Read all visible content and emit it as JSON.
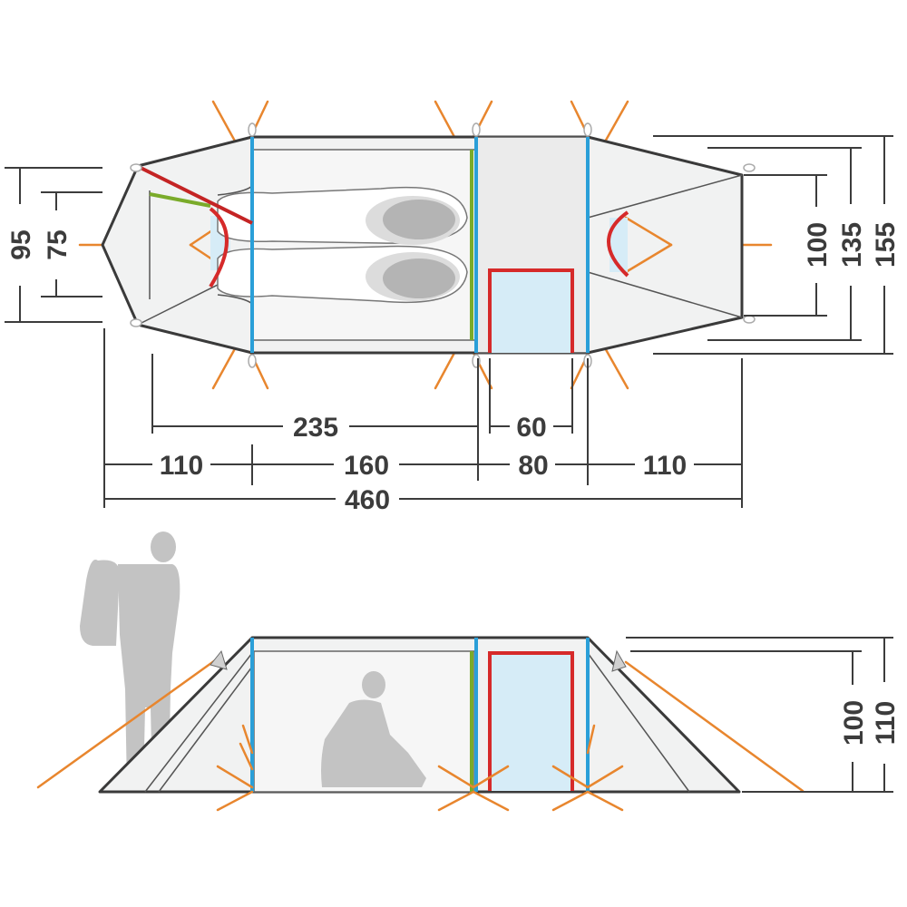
{
  "colors": {
    "outline": "#3a3a3a",
    "fabric": "#f1f2f2",
    "pole_blue": "#2a9fd8",
    "pole_green": "#7aab2a",
    "pole_red": "#d62a2a",
    "guy_line": "#e8862e",
    "window": "#d6ecf7",
    "silhouette": "#c3c3c3",
    "dimension": "#3c3c3c"
  },
  "icons": [
    "backpacker-silhouette",
    "sitting-person-silhouette",
    "sleeping-bag-icon"
  ],
  "top_view": {
    "widths": {
      "w95": "95",
      "w75": "75",
      "w100": "100",
      "w135": "135",
      "w155": "155"
    },
    "lengths": {
      "inner_235": "235",
      "door_60": "60",
      "vest_front_110": "110",
      "inner_160": "160",
      "middle_80": "80",
      "vest_back_110": "110",
      "total_460": "460"
    }
  },
  "side_view": {
    "heights": {
      "h100": "100",
      "h110": "110"
    }
  }
}
